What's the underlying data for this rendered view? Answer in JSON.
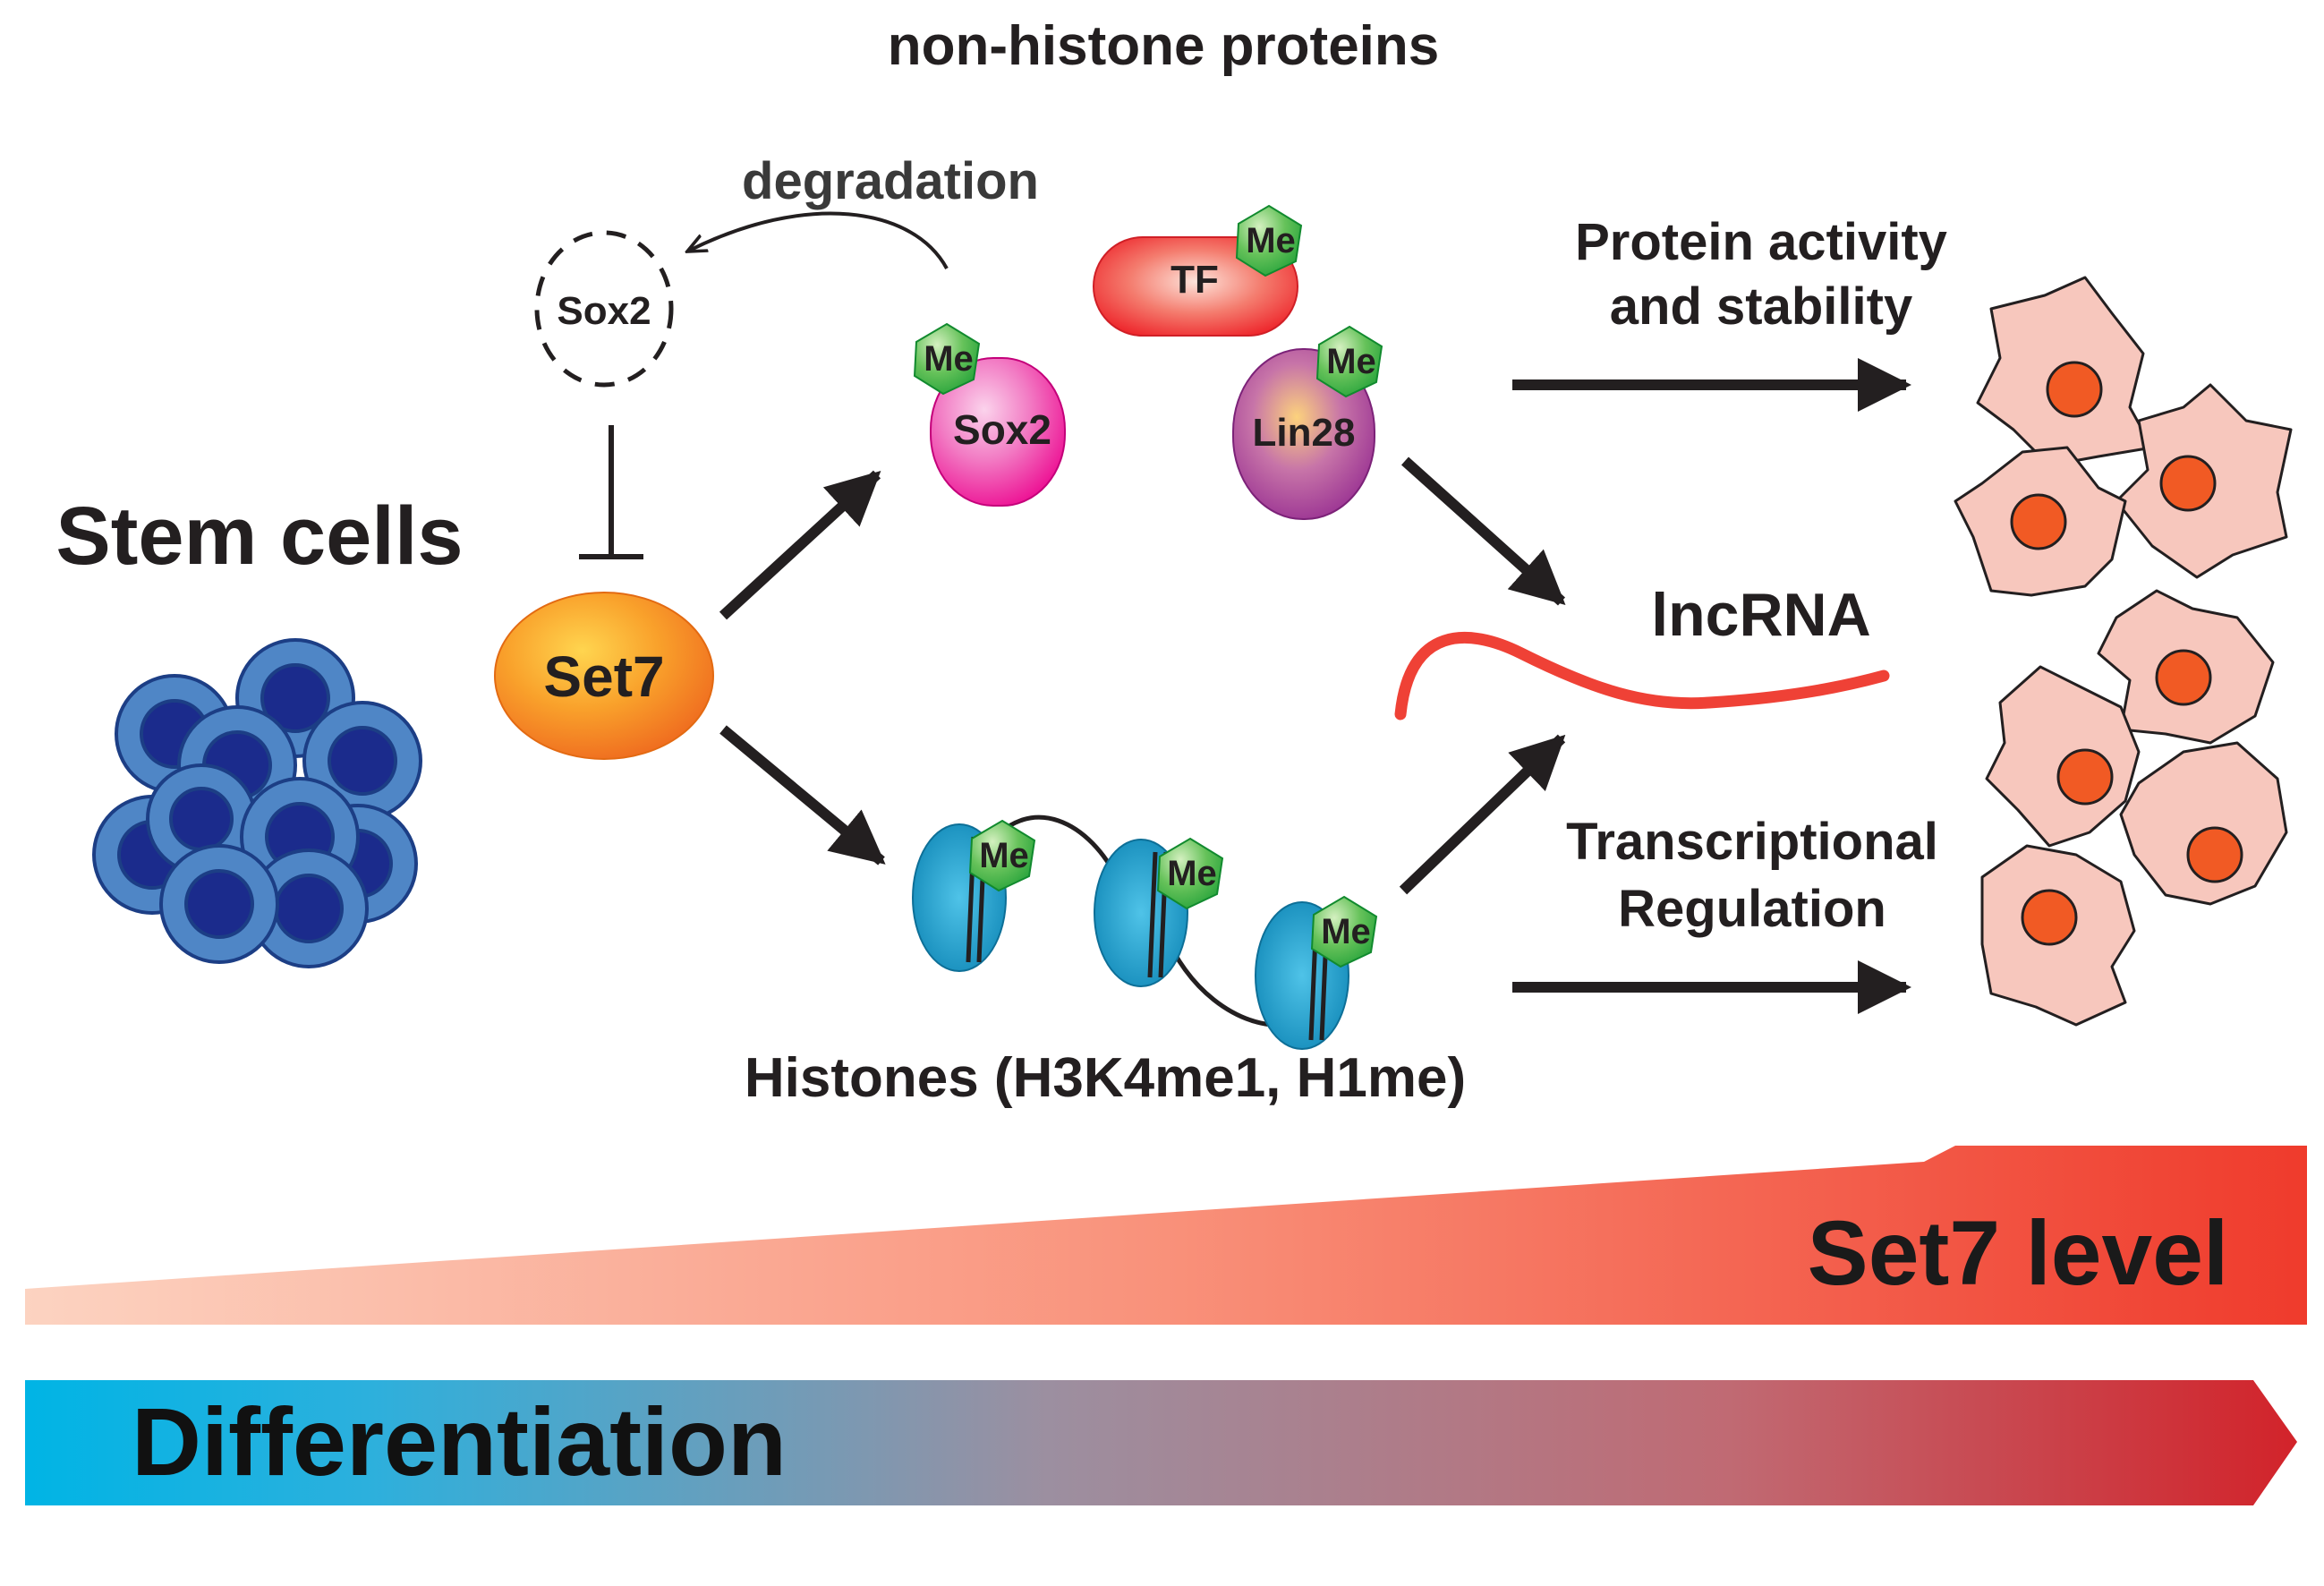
{
  "labels": {
    "non_histone_proteins": "non-histone proteins",
    "degradation": "degradation",
    "sox2_dashed": "Sox2",
    "stem_cells": "Stem cells",
    "set7": "Set7",
    "sox2": "Sox2",
    "tf": "TF",
    "lin28": "Lin28",
    "me": "Me",
    "protein_activity_line1": "Protein activity",
    "protein_activity_line2": "and stability",
    "lncrna": "lncRNA",
    "transcriptional_line1": "Transcriptional",
    "transcriptional_line2": "Regulation",
    "histones": "Histones (H3K4me1, H1me)",
    "set7_level": "Set7 level",
    "differentiation": "Differentiation"
  },
  "colors": {
    "arrow": "#231f20",
    "me_green": "#39b54a",
    "set7_orange": "#f7941d",
    "sox2_pink": "#ec008c",
    "lin28_purple": "#92278f",
    "tf_red": "#ed1c24",
    "nucleosome_blue": "#1ba1d1",
    "lncrna_red": "#ef4136",
    "stem_cell_light": "#4f86c6",
    "stem_cell_dark": "#1b2b8c",
    "diff_cell_fill": "#f7c7bd",
    "diff_cell_nucleus": "#f15a24",
    "set7_bar_start": "#fbcbb8",
    "set7_bar_end": "#ef3b2c",
    "diff_bar_start": "#00b4e5",
    "diff_bar_end": "#d2232a"
  }
}
